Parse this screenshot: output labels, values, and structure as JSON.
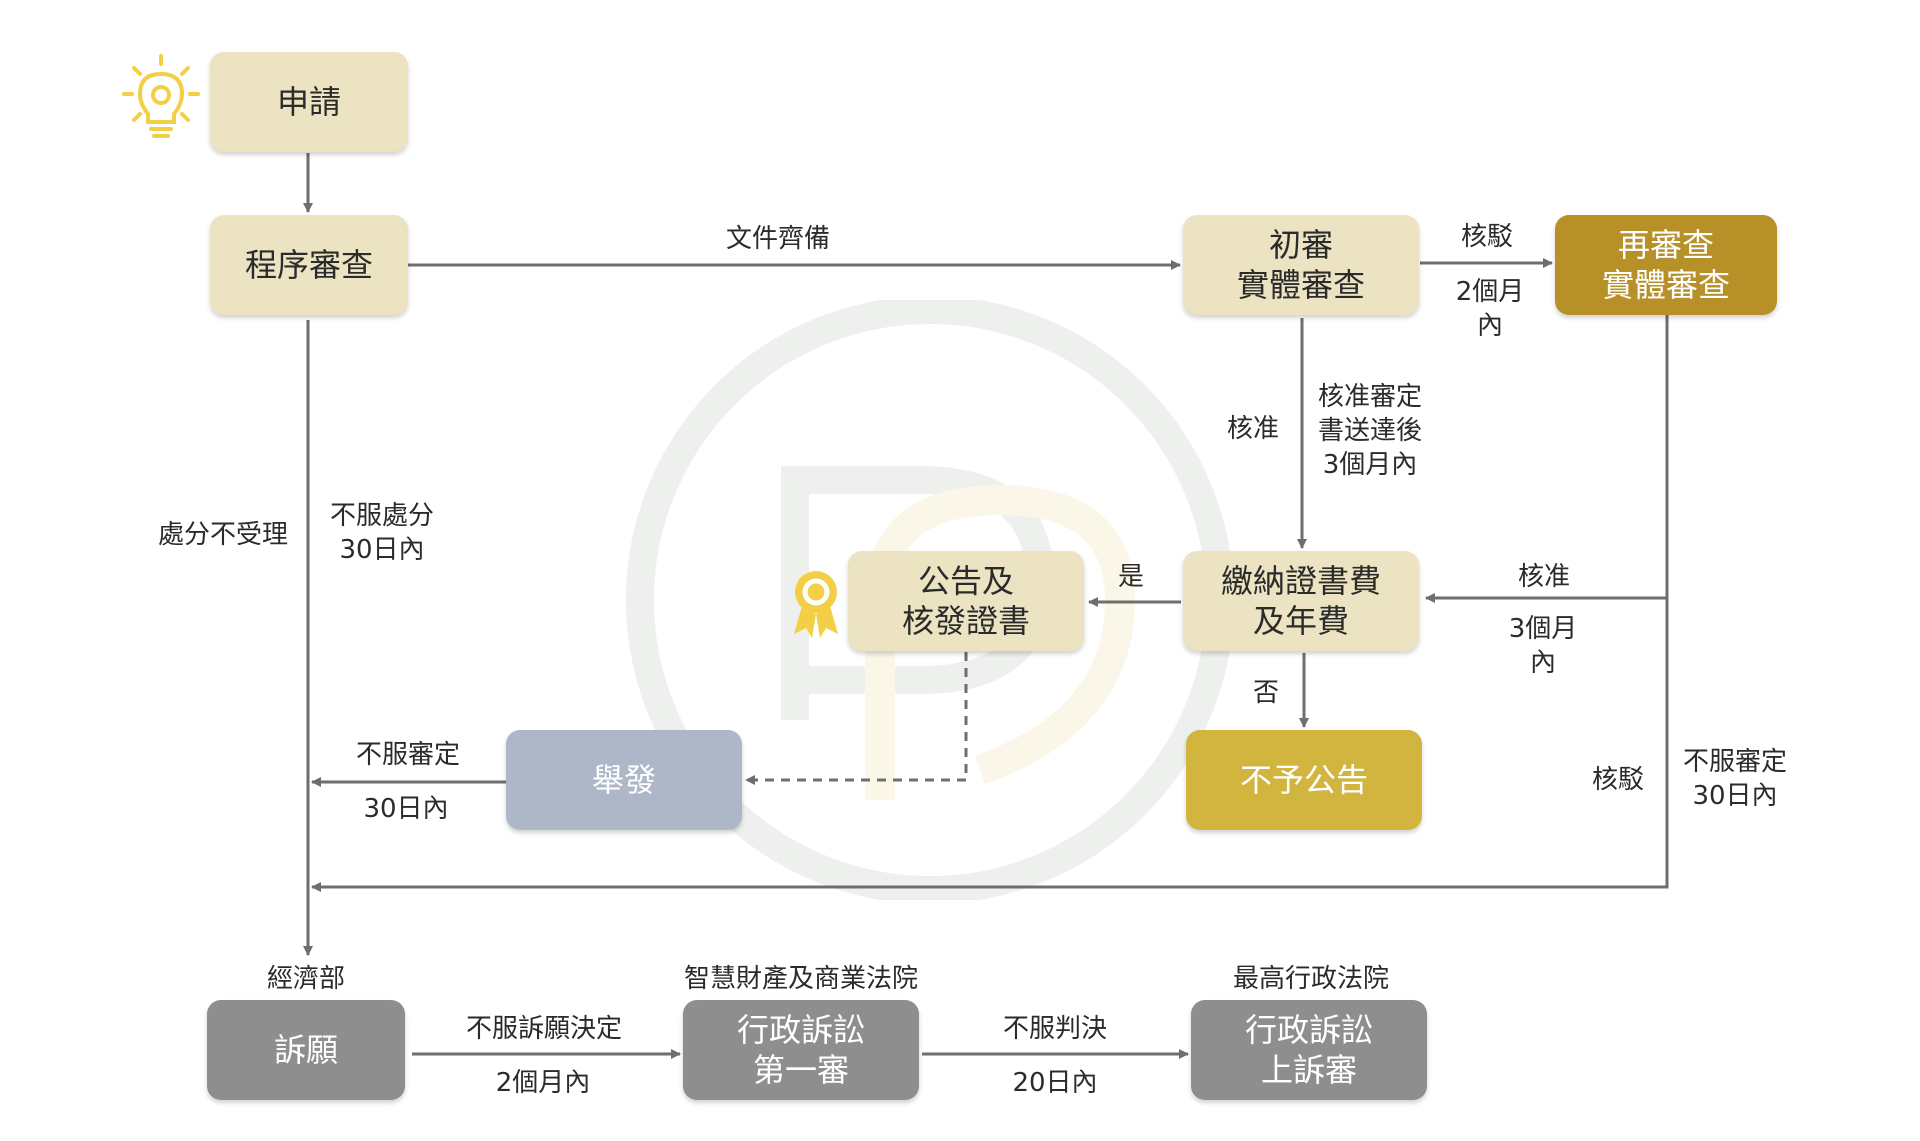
{
  "boxes": {
    "apply": "申請",
    "formal": "程序審查",
    "initial_exam": "初審\n實體審查",
    "re_exam": "再審查\n實體審查",
    "pay_fee": "繳納證書費\n及年費",
    "announce": "公告及\n核發證書",
    "no_announce": "不予公告",
    "invalidation": "舉發",
    "petition": "訴願",
    "admin_first": "行政訴訟\n第一審",
    "admin_appeal": "行政訴訟\n上訴審"
  },
  "labels": {
    "docs_ready": "文件齊備",
    "reject_1": "核駁",
    "two_months_1": "2個月\n內",
    "approve_1": "核准",
    "approve_note": "核准審定\n書送達後\n3個月內",
    "approve_2": "核准",
    "three_months": "3個月\n內",
    "yes": "是",
    "no": "否",
    "reject_2": "核駁",
    "disagree_decision": "不服審定\n30日內",
    "disagree_review": "不服審定",
    "thirty_days_review": "30日內",
    "not_accepted": "處分不受理",
    "disagree_disposition": "不服處分\n30日內",
    "moea": "經濟部",
    "ip_court": "智慧財產及商業法院",
    "supreme_admin_court": "最高行政法院",
    "disagree_petition": "不服訴願決定",
    "two_months_2": "2個月內",
    "disagree_judgment": "不服判決",
    "twenty_days": "20日內"
  },
  "colors": {
    "beige": "#ebe3c1",
    "bronze": "#b79027",
    "gold": "#d1b53f",
    "blue_gray": "#adb7c8",
    "gray": "#8e8e8e",
    "arrow": "#6e6e6e",
    "icon_yellow": "#f3cf45"
  },
  "icons": {
    "apply": "lightbulb-icon",
    "announce": "award-ribbon-icon",
    "background": "logo-watermark"
  }
}
